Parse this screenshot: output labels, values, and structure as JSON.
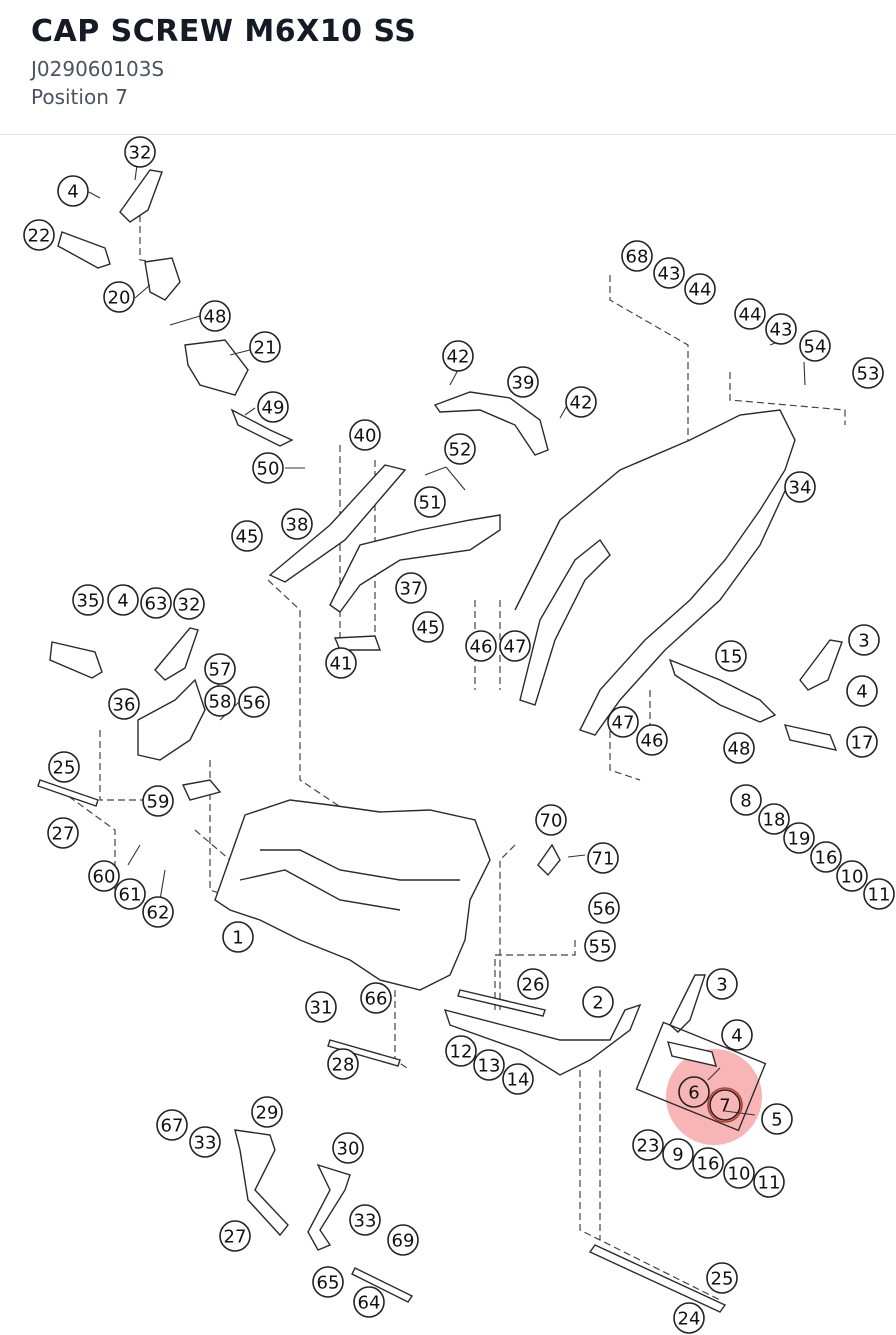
{
  "header": {
    "title": "CAP SCREW M6X10 SS",
    "part_number": "J029060103S",
    "position": "Position 7"
  },
  "colors": {
    "title": "#141a26",
    "subtext": "#4a5460",
    "highlight": "#ef5b5b"
  },
  "diagram": {
    "highlighted_position": "7",
    "callouts": [
      {
        "id": "c32a",
        "label": "32"
      },
      {
        "id": "c4a",
        "label": "4"
      },
      {
        "id": "c22",
        "label": "22"
      },
      {
        "id": "c20",
        "label": "20"
      },
      {
        "id": "c48a",
        "label": "48"
      },
      {
        "id": "c21",
        "label": "21"
      },
      {
        "id": "c49",
        "label": "49"
      },
      {
        "id": "c50",
        "label": "50"
      },
      {
        "id": "c42a",
        "label": "42"
      },
      {
        "id": "c39",
        "label": "39"
      },
      {
        "id": "c42b",
        "label": "42"
      },
      {
        "id": "c40",
        "label": "40"
      },
      {
        "id": "c52",
        "label": "52"
      },
      {
        "id": "c51",
        "label": "51"
      },
      {
        "id": "c38",
        "label": "38"
      },
      {
        "id": "c45a",
        "label": "45"
      },
      {
        "id": "c37",
        "label": "37"
      },
      {
        "id": "c45b",
        "label": "45"
      },
      {
        "id": "c41",
        "label": "41"
      },
      {
        "id": "c68",
        "label": "68"
      },
      {
        "id": "c43a",
        "label": "43"
      },
      {
        "id": "c44a",
        "label": "44"
      },
      {
        "id": "c44b",
        "label": "44"
      },
      {
        "id": "c43b",
        "label": "43"
      },
      {
        "id": "c54",
        "label": "54"
      },
      {
        "id": "c53",
        "label": "53"
      },
      {
        "id": "c34",
        "label": "34"
      },
      {
        "id": "c46a",
        "label": "46"
      },
      {
        "id": "c47a",
        "label": "47"
      },
      {
        "id": "c35",
        "label": "35"
      },
      {
        "id": "c4b",
        "label": "4"
      },
      {
        "id": "c63",
        "label": "63"
      },
      {
        "id": "c32b",
        "label": "32"
      },
      {
        "id": "c57",
        "label": "57"
      },
      {
        "id": "c36",
        "label": "36"
      },
      {
        "id": "c58",
        "label": "58"
      },
      {
        "id": "c56a",
        "label": "56"
      },
      {
        "id": "c3a",
        "label": "3"
      },
      {
        "id": "c15",
        "label": "15"
      },
      {
        "id": "c4c",
        "label": "4"
      },
      {
        "id": "c47b",
        "label": "47"
      },
      {
        "id": "c46b",
        "label": "46"
      },
      {
        "id": "c48b",
        "label": "48"
      },
      {
        "id": "c17",
        "label": "17"
      },
      {
        "id": "c25a",
        "label": "25"
      },
      {
        "id": "c59",
        "label": "59"
      },
      {
        "id": "c27a",
        "label": "27"
      },
      {
        "id": "c8",
        "label": "8"
      },
      {
        "id": "c18",
        "label": "18"
      },
      {
        "id": "c19",
        "label": "19"
      },
      {
        "id": "c16a",
        "label": "16"
      },
      {
        "id": "c10a",
        "label": "10"
      },
      {
        "id": "c11a",
        "label": "11"
      },
      {
        "id": "c70",
        "label": "70"
      },
      {
        "id": "c71",
        "label": "71"
      },
      {
        "id": "c60",
        "label": "60"
      },
      {
        "id": "c61",
        "label": "61"
      },
      {
        "id": "c62",
        "label": "62"
      },
      {
        "id": "c1",
        "label": "1"
      },
      {
        "id": "c56b",
        "label": "56"
      },
      {
        "id": "c55",
        "label": "55"
      },
      {
        "id": "c66",
        "label": "66"
      },
      {
        "id": "c26",
        "label": "26"
      },
      {
        "id": "c3b",
        "label": "3"
      },
      {
        "id": "c2",
        "label": "2"
      },
      {
        "id": "c31",
        "label": "31"
      },
      {
        "id": "c4d",
        "label": "4"
      },
      {
        "id": "c28",
        "label": "28"
      },
      {
        "id": "c12",
        "label": "12"
      },
      {
        "id": "c13",
        "label": "13"
      },
      {
        "id": "c14",
        "label": "14"
      },
      {
        "id": "c6",
        "label": "6"
      },
      {
        "id": "c7",
        "label": "7"
      },
      {
        "id": "c5",
        "label": "5"
      },
      {
        "id": "c29",
        "label": "29"
      },
      {
        "id": "c67",
        "label": "67"
      },
      {
        "id": "c33a",
        "label": "33"
      },
      {
        "id": "c23",
        "label": "23"
      },
      {
        "id": "c9",
        "label": "9"
      },
      {
        "id": "c16b",
        "label": "16"
      },
      {
        "id": "c10b",
        "label": "10"
      },
      {
        "id": "c11b",
        "label": "11"
      },
      {
        "id": "c30",
        "label": "30"
      },
      {
        "id": "c33b",
        "label": "33"
      },
      {
        "id": "c69",
        "label": "69"
      },
      {
        "id": "c27b",
        "label": "27"
      },
      {
        "id": "c65",
        "label": "65"
      },
      {
        "id": "c64",
        "label": "64"
      },
      {
        "id": "c25b",
        "label": "25"
      },
      {
        "id": "c24",
        "label": "24"
      }
    ]
  }
}
